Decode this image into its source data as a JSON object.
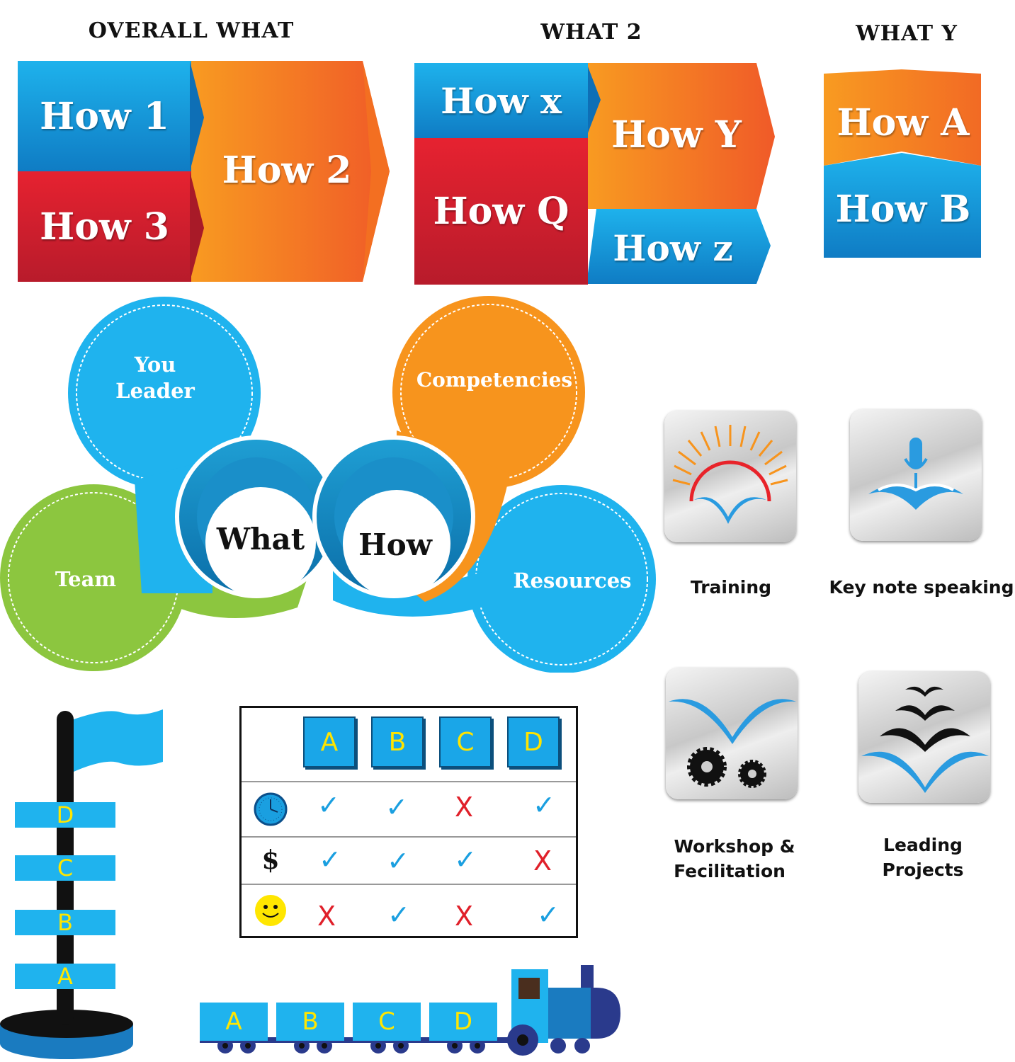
{
  "titles": {
    "overall_what": "OVERALL WHAT",
    "what_2": "WHAT 2",
    "what_y": "WHAT Y"
  },
  "group1": {
    "how1": "How 1",
    "how2": "How 2",
    "how3": "How 3"
  },
  "group2": {
    "howx": "How x",
    "howy": "How Y",
    "howq": "How Q",
    "howz": "How z"
  },
  "group3": {
    "howa": "How A",
    "howb": "How B"
  },
  "circles": {
    "you_leader_line1": "You",
    "you_leader_line2": "Leader",
    "competencies": "Competencies",
    "team": "Team",
    "resources": "Resources",
    "what": "What",
    "how": "How"
  },
  "icons": {
    "training": "Training",
    "keynote": "Key note speaking",
    "workshop_line1": "Workshop &",
    "workshop_line2": "Fecilitation",
    "leading_line1": "Leading",
    "leading_line2": "Projects",
    "names": [
      "sunrise-bird-icon",
      "microphone-book-icon",
      "bird-gears-icon",
      "flying-birds-icon"
    ]
  },
  "matrix": {
    "columns": [
      "A",
      "B",
      "C",
      "D"
    ],
    "dollar": "$",
    "rows": [
      {
        "icon": "clock-icon",
        "marks": [
          "✓",
          "✓",
          "X",
          "✓"
        ]
      },
      {
        "icon": "dollar-icon",
        "marks": [
          "✓",
          "✓",
          "✓",
          "X"
        ]
      },
      {
        "icon": "smiley-icon",
        "marks": [
          "X",
          "✓",
          "X",
          "✓"
        ]
      }
    ]
  },
  "flag": {
    "levels": [
      "D",
      "C",
      "B",
      "A"
    ]
  },
  "train": {
    "cars": [
      "A",
      "B",
      "C",
      "D"
    ]
  },
  "colors": {
    "blue": "#1fb3ee",
    "dark_blue": "#0f7cc4",
    "red": "#e62230",
    "orange": "#f7941d",
    "green": "#8cc63f",
    "yellow": "#ffe600"
  }
}
